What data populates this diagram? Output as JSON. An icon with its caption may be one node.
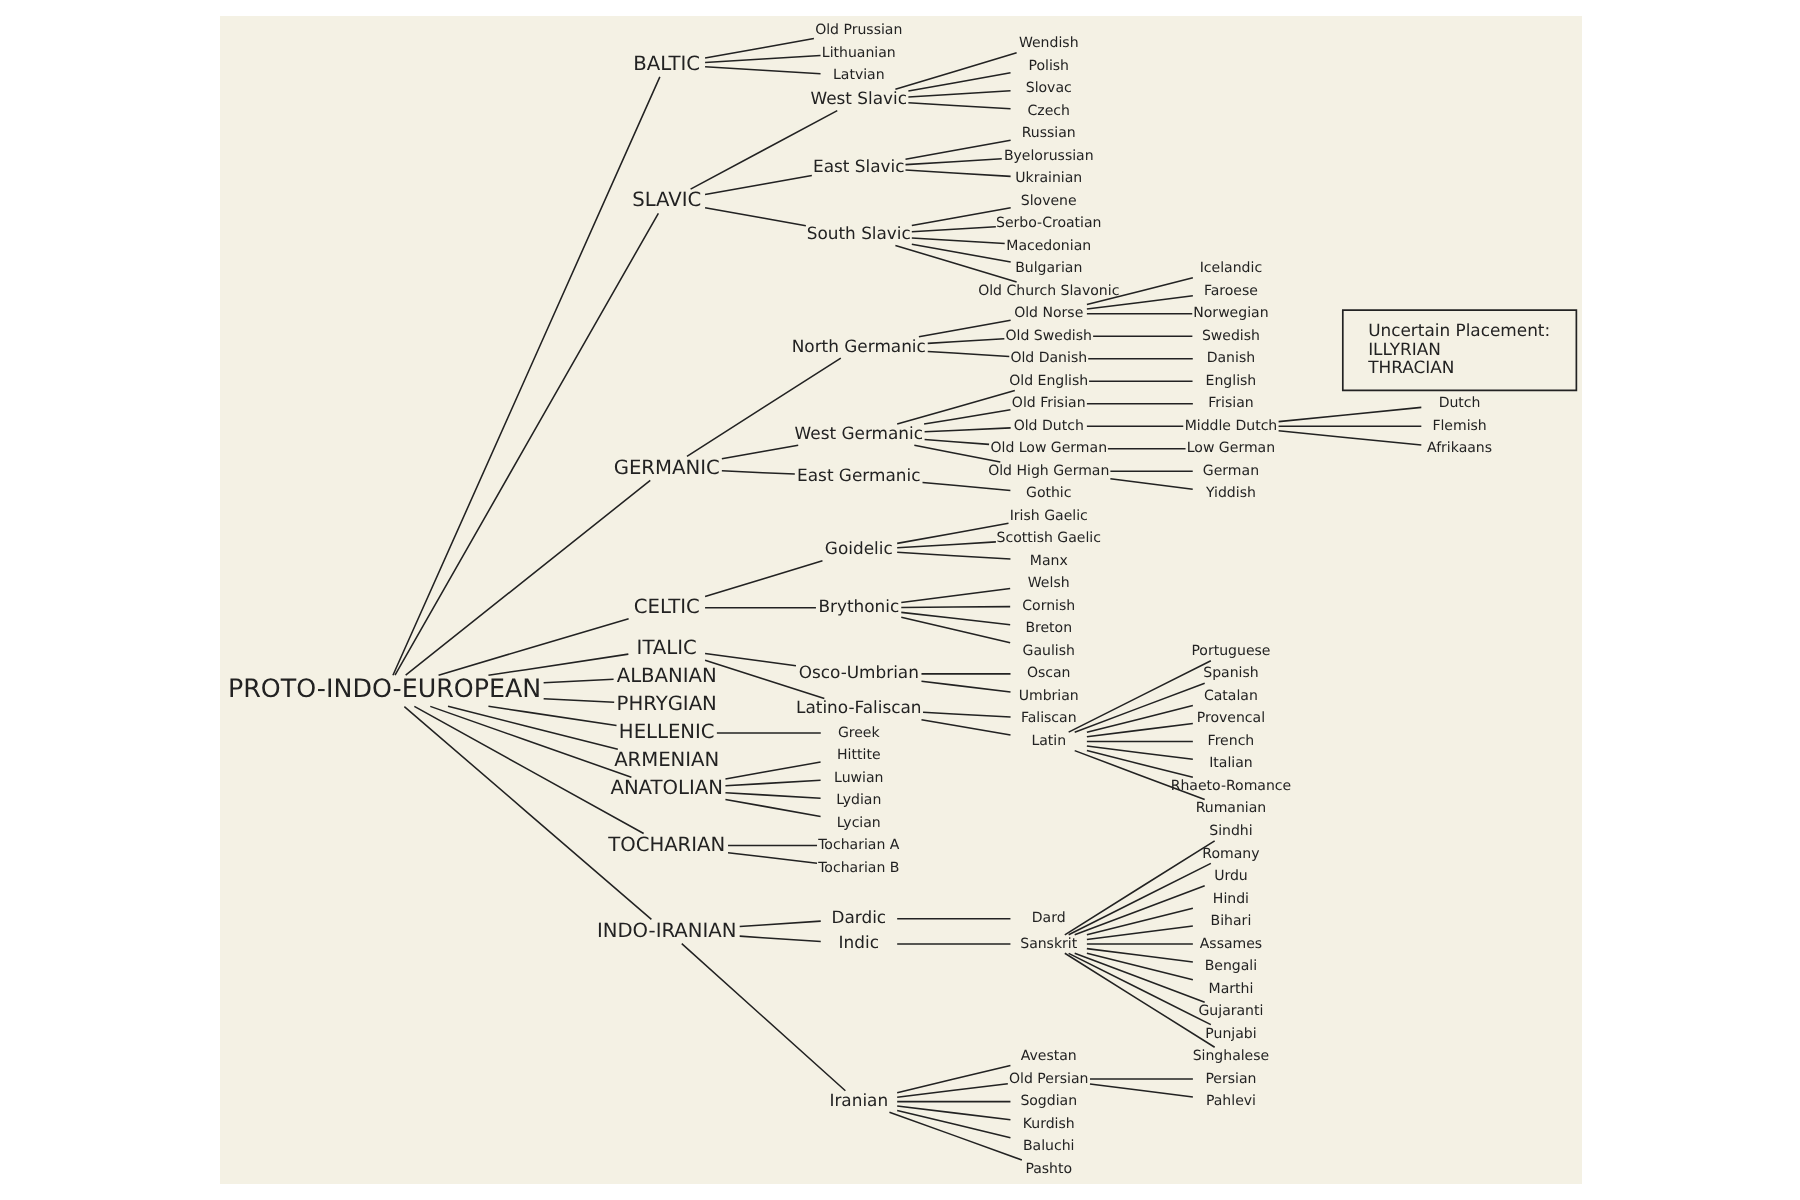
{
  "diagram": {
    "nodes": [
      {
        "text": [
          "PROTO-INDO-EUROPEAN"
        ]
      },
      {
        "text": [
          "BALTIC"
        ]
      },
      {
        "text": [
          "Old Prussian"
        ]
      },
      {
        "text": [
          "Lithuanian"
        ]
      },
      {
        "text": [
          "Latvian"
        ]
      },
      {
        "text": [
          "SLAVIC"
        ]
      },
      {
        "text": [
          "West Slavic"
        ]
      },
      {
        "text": [
          "Wendish"
        ]
      },
      {
        "text": [
          "Polish"
        ]
      },
      {
        "text": [
          "Slovac"
        ]
      },
      {
        "text": [
          "Czech"
        ]
      },
      {
        "text": [
          "East Slavic"
        ]
      },
      {
        "text": [
          "Russian"
        ]
      },
      {
        "text": [
          "Byelorussian"
        ]
      },
      {
        "text": [
          "Ukrainian"
        ]
      },
      {
        "text": [
          "South Slavic"
        ]
      },
      {
        "text": [
          "Slovene"
        ]
      },
      {
        "text": [
          "Serbo-Croatian"
        ]
      },
      {
        "text": [
          "Macedonian"
        ]
      },
      {
        "text": [
          "Bulgarian"
        ]
      },
      {
        "text": [
          "Old Church Slavonic"
        ]
      },
      {
        "text": [
          "GERMANIC"
        ]
      },
      {
        "text": [
          "North Germanic"
        ]
      },
      {
        "text": [
          "Old Norse"
        ]
      },
      {
        "text": [
          "Icelandic"
        ]
      },
      {
        "text": [
          "Faroese"
        ]
      },
      {
        "text": [
          "Norwegian"
        ]
      },
      {
        "text": [
          "Old Swedish"
        ]
      },
      {
        "text": [
          "Swedish"
        ]
      },
      {
        "text": [
          "Old Danish"
        ]
      },
      {
        "text": [
          "Danish"
        ]
      },
      {
        "text": [
          "West Germanic"
        ]
      },
      {
        "text": [
          "Old English"
        ]
      },
      {
        "text": [
          "English"
        ]
      },
      {
        "text": [
          "Old Frisian"
        ]
      },
      {
        "text": [
          "Frisian"
        ]
      },
      {
        "text": [
          "Old Dutch"
        ]
      },
      {
        "text": [
          "Middle Dutch"
        ]
      },
      {
        "text": [
          "Dutch"
        ]
      },
      {
        "text": [
          "Flemish"
        ]
      },
      {
        "text": [
          "Afrikaans"
        ]
      },
      {
        "text": [
          "Old Low German"
        ]
      },
      {
        "text": [
          "Low German"
        ]
      },
      {
        "text": [
          "Old High German"
        ]
      },
      {
        "text": [
          "German"
        ]
      },
      {
        "text": [
          "Yiddish"
        ]
      },
      {
        "text": [
          "East Germanic"
        ]
      },
      {
        "text": [
          "Gothic"
        ]
      },
      {
        "text": [
          "CELTIC"
        ]
      },
      {
        "text": [
          "Goidelic"
        ]
      },
      {
        "text": [
          "Irish Gaelic"
        ]
      },
      {
        "text": [
          "Scottish Gaelic"
        ]
      },
      {
        "text": [
          "Manx"
        ]
      },
      {
        "text": [
          "Brythonic"
        ]
      },
      {
        "text": [
          "Welsh"
        ]
      },
      {
        "text": [
          "Cornish"
        ]
      },
      {
        "text": [
          "Breton"
        ]
      },
      {
        "text": [
          "Gaulish"
        ]
      },
      {
        "text": [
          "ITALIC"
        ]
      },
      {
        "text": [
          "Osco-Umbrian"
        ]
      },
      {
        "text": [
          "Oscan"
        ]
      },
      {
        "text": [
          "Umbrian"
        ]
      },
      {
        "text": [
          "Latino-Faliscan"
        ]
      },
      {
        "text": [
          "Faliscan"
        ]
      },
      {
        "text": [
          "Latin"
        ]
      },
      {
        "text": [
          "Portuguese"
        ]
      },
      {
        "text": [
          "Spanish"
        ]
      },
      {
        "text": [
          "Catalan"
        ]
      },
      {
        "text": [
          "Provencal"
        ]
      },
      {
        "text": [
          "French"
        ]
      },
      {
        "text": [
          "Italian"
        ]
      },
      {
        "text": [
          "Rhaeto-Romance"
        ]
      },
      {
        "text": [
          "Rumanian"
        ]
      },
      {
        "text": [
          "ALBANIAN"
        ]
      },
      {
        "text": [
          "PHRYGIAN"
        ]
      },
      {
        "text": [
          "HELLENIC"
        ]
      },
      {
        "text": [
          "Greek"
        ]
      },
      {
        "text": [
          "ARMENIAN"
        ]
      },
      {
        "text": [
          "ANATOLIAN"
        ]
      },
      {
        "text": [
          "Hittite"
        ]
      },
      {
        "text": [
          "Luwian"
        ]
      },
      {
        "text": [
          "Lydian"
        ]
      },
      {
        "text": [
          "Lycian"
        ]
      },
      {
        "text": [
          "TOCHARIAN"
        ]
      },
      {
        "text": [
          "Tocharian A"
        ]
      },
      {
        "text": [
          "Tocharian B"
        ]
      },
      {
        "text": [
          "INDO-IRANIAN"
        ]
      },
      {
        "text": [
          "Dardic"
        ]
      },
      {
        "text": [
          "Dard"
        ]
      },
      {
        "text": [
          "Indic"
        ]
      },
      {
        "text": [
          "Sanskrit"
        ]
      },
      {
        "text": [
          "Sindhi"
        ]
      },
      {
        "text": [
          "Romany"
        ]
      },
      {
        "text": [
          "Urdu"
        ]
      },
      {
        "text": [
          "Hindi"
        ]
      },
      {
        "text": [
          "Bihari"
        ]
      },
      {
        "text": [
          "Assames"
        ]
      },
      {
        "text": [
          "Bengali"
        ]
      },
      {
        "text": [
          "Marthi"
        ]
      },
      {
        "text": [
          "Gujaranti"
        ]
      },
      {
        "text": [
          "Punjabi"
        ]
      },
      {
        "text": [
          "Singhalese"
        ]
      },
      {
        "text": [
          "Iranian"
        ]
      },
      {
        "text": [
          "Avestan"
        ]
      },
      {
        "text": [
          "Old Persian"
        ]
      },
      {
        "text": [
          "Persian"
        ]
      },
      {
        "text": [
          "Pahlevi"
        ]
      },
      {
        "text": [
          "Sogdian"
        ]
      },
      {
        "text": [
          "Kurdish"
        ]
      },
      {
        "text": [
          "Baluchi"
        ]
      },
      {
        "text": [
          "Pashto"
        ]
      },
      {
        "text": [
          "Uncertain Placement:",
          "ILLYRIAN",
          "THRACIAN"
        ]
      }
    ],
    "edges": [
      {
        "from": 0,
        "to": 1,
        "arrow": "none"
      },
      {
        "from": 1,
        "to": 2,
        "arrow": "none"
      },
      {
        "from": 1,
        "to": 3,
        "arrow": "none"
      },
      {
        "from": 1,
        "to": 4,
        "arrow": "none"
      },
      {
        "from": 0,
        "to": 5,
        "arrow": "none"
      },
      {
        "from": 5,
        "to": 6,
        "arrow": "none"
      },
      {
        "from": 6,
        "to": 7,
        "arrow": "none"
      },
      {
        "from": 6,
        "to": 8,
        "arrow": "none"
      },
      {
        "from": 6,
        "to": 9,
        "arrow": "none"
      },
      {
        "from": 6,
        "to": 10,
        "arrow": "none"
      },
      {
        "from": 5,
        "to": 11,
        "arrow": "none"
      },
      {
        "from": 11,
        "to": 12,
        "arrow": "none"
      },
      {
        "from": 11,
        "to": 13,
        "arrow": "none"
      },
      {
        "from": 11,
        "to": 14,
        "arrow": "none"
      },
      {
        "from": 5,
        "to": 15,
        "arrow": "none"
      },
      {
        "from": 15,
        "to": 16,
        "arrow": "none"
      },
      {
        "from": 15,
        "to": 17,
        "arrow": "none"
      },
      {
        "from": 15,
        "to": 18,
        "arrow": "none"
      },
      {
        "from": 15,
        "to": 19,
        "arrow": "none"
      },
      {
        "from": 15,
        "to": 20,
        "arrow": "none"
      },
      {
        "from": 0,
        "to": 21,
        "arrow": "none"
      },
      {
        "from": 21,
        "to": 22,
        "arrow": "none"
      },
      {
        "from": 22,
        "to": 23,
        "arrow": "none"
      },
      {
        "from": 23,
        "to": 24,
        "arrow": "none"
      },
      {
        "from": 23,
        "to": 25,
        "arrow": "none"
      },
      {
        "from": 23,
        "to": 26,
        "arrow": "none"
      },
      {
        "from": 22,
        "to": 27,
        "arrow": "none"
      },
      {
        "from": 27,
        "to": 28,
        "arrow": "none"
      },
      {
        "from": 22,
        "to": 29,
        "arrow": "none"
      },
      {
        "from": 29,
        "to": 30,
        "arrow": "none"
      },
      {
        "from": 21,
        "to": 31,
        "arrow": "none"
      },
      {
        "from": 31,
        "to": 32,
        "arrow": "none"
      },
      {
        "from": 32,
        "to": 33,
        "arrow": "none"
      },
      {
        "from": 31,
        "to": 34,
        "arrow": "none"
      },
      {
        "from": 34,
        "to": 35,
        "arrow": "none"
      },
      {
        "from": 31,
        "to": 36,
        "arrow": "none"
      },
      {
        "from": 36,
        "to": 37,
        "arrow": "none"
      },
      {
        "from": 37,
        "to": 38,
        "arrow": "none"
      },
      {
        "from": 37,
        "to": 39,
        "arrow": "none"
      },
      {
        "from": 37,
        "to": 40,
        "arrow": "none"
      },
      {
        "from": 31,
        "to": 41,
        "arrow": "none"
      },
      {
        "from": 41,
        "to": 42,
        "arrow": "none"
      },
      {
        "from": 31,
        "to": 43,
        "arrow": "none"
      },
      {
        "from": 43,
        "to": 44,
        "arrow": "none"
      },
      {
        "from": 43,
        "to": 45,
        "arrow": "none"
      },
      {
        "from": 21,
        "to": 46,
        "arrow": "none"
      },
      {
        "from": 46,
        "to": 47,
        "arrow": "none"
      },
      {
        "from": 0,
        "to": 48,
        "arrow": "none"
      },
      {
        "from": 48,
        "to": 49,
        "arrow": "none"
      },
      {
        "from": 49,
        "to": 50,
        "arrow": "none"
      },
      {
        "from": 49,
        "to": 51,
        "arrow": "none"
      },
      {
        "from": 49,
        "to": 52,
        "arrow": "none"
      },
      {
        "from": 48,
        "to": 53,
        "arrow": "none"
      },
      {
        "from": 53,
        "to": 54,
        "arrow": "none"
      },
      {
        "from": 53,
        "to": 55,
        "arrow": "none"
      },
      {
        "from": 53,
        "to": 56,
        "arrow": "none"
      },
      {
        "from": 53,
        "to": 57,
        "arrow": "none"
      },
      {
        "from": 0,
        "to": 58,
        "arrow": "none"
      },
      {
        "from": 58,
        "to": 59,
        "arrow": "none"
      },
      {
        "from": 59,
        "to": 60,
        "arrow": "none"
      },
      {
        "from": 59,
        "to": 61,
        "arrow": "none"
      },
      {
        "from": 58,
        "to": 62,
        "arrow": "none"
      },
      {
        "from": 62,
        "to": 63,
        "arrow": "none"
      },
      {
        "from": 62,
        "to": 64,
        "arrow": "none"
      },
      {
        "from": 64,
        "to": 65,
        "arrow": "none"
      },
      {
        "from": 64,
        "to": 66,
        "arrow": "none"
      },
      {
        "from": 64,
        "to": 67,
        "arrow": "none"
      },
      {
        "from": 64,
        "to": 68,
        "arrow": "none"
      },
      {
        "from": 64,
        "to": 69,
        "arrow": "none"
      },
      {
        "from": 64,
        "to": 70,
        "arrow": "none"
      },
      {
        "from": 64,
        "to": 71,
        "arrow": "none"
      },
      {
        "from": 64,
        "to": 72,
        "arrow": "none"
      },
      {
        "from": 0,
        "to": 73,
        "arrow": "none"
      },
      {
        "from": 0,
        "to": 74,
        "arrow": "none"
      },
      {
        "from": 0,
        "to": 75,
        "arrow": "none"
      },
      {
        "from": 75,
        "to": 76,
        "arrow": "none"
      },
      {
        "from": 0,
        "to": 77,
        "arrow": "none"
      },
      {
        "from": 0,
        "to": 78,
        "arrow": "none"
      },
      {
        "from": 78,
        "to": 79,
        "arrow": "none"
      },
      {
        "from": 78,
        "to": 80,
        "arrow": "none"
      },
      {
        "from": 78,
        "to": 81,
        "arrow": "none"
      },
      {
        "from": 78,
        "to": 82,
        "arrow": "none"
      },
      {
        "from": 0,
        "to": 83,
        "arrow": "none"
      },
      {
        "from": 83,
        "to": 84,
        "arrow": "none"
      },
      {
        "from": 83,
        "to": 85,
        "arrow": "none"
      },
      {
        "from": 0,
        "to": 86,
        "arrow": "none"
      },
      {
        "from": 86,
        "to": 87,
        "arrow": "none"
      },
      {
        "from": 87,
        "to": 88,
        "arrow": "none"
      },
      {
        "from": 86,
        "to": 89,
        "arrow": "none"
      },
      {
        "from": 89,
        "to": 90,
        "arrow": "none"
      },
      {
        "from": 90,
        "to": 91,
        "arrow": "none"
      },
      {
        "from": 90,
        "to": 92,
        "arrow": "none"
      },
      {
        "from": 90,
        "to": 93,
        "arrow": "none"
      },
      {
        "from": 90,
        "to": 94,
        "arrow": "none"
      },
      {
        "from": 90,
        "to": 95,
        "arrow": "none"
      },
      {
        "from": 90,
        "to": 96,
        "arrow": "none"
      },
      {
        "from": 90,
        "to": 97,
        "arrow": "none"
      },
      {
        "from": 90,
        "to": 98,
        "arrow": "none"
      },
      {
        "from": 90,
        "to": 99,
        "arrow": "none"
      },
      {
        "from": 90,
        "to": 100,
        "arrow": "none"
      },
      {
        "from": 90,
        "to": 101,
        "arrow": "none"
      },
      {
        "from": 86,
        "to": 102,
        "arrow": "none"
      },
      {
        "from": 102,
        "to": 103,
        "arrow": "none"
      },
      {
        "from": 102,
        "to": 104,
        "arrow": "none"
      },
      {
        "from": 104,
        "to": 105,
        "arrow": "none"
      },
      {
        "from": 104,
        "to": 106,
        "arrow": "none"
      },
      {
        "from": 102,
        "to": 107,
        "arrow": "none"
      },
      {
        "from": 102,
        "to": 108,
        "arrow": "none"
      },
      {
        "from": 102,
        "to": 109,
        "arrow": "none"
      },
      {
        "from": 102,
        "to": 110,
        "arrow": "none"
      }
    ]
  }
}
